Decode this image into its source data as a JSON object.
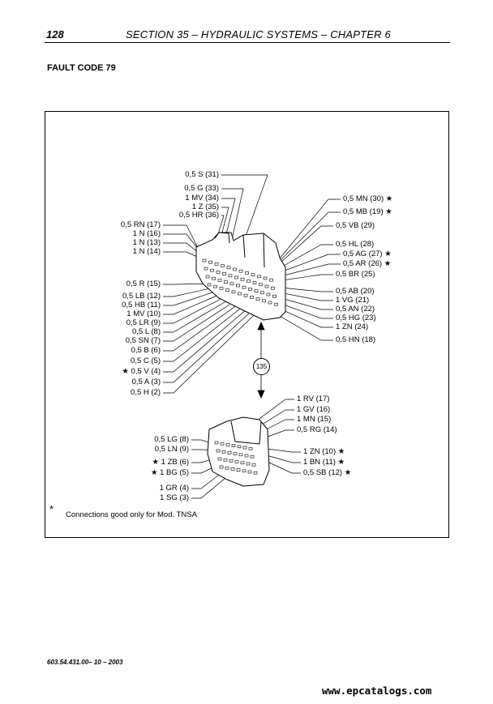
{
  "header": {
    "page_number": "128",
    "section": "SECTION 35 – HYDRAULIC SYSTEMS – CHAPTER 6"
  },
  "title": "FAULT CODE 79",
  "connector_main": {
    "top_labels": [
      "0,5 S (31)",
      "0,5 G (33)",
      "1 MV (34)",
      "1 Z (35)",
      "0,5 HR (36)"
    ],
    "left_labels": [
      "0,5 RN (17)",
      "1 N (16)",
      "1 N (13)",
      "1 N (14)",
      "0,5 R (15)",
      "0,5 LB (12)",
      "0,5 HB (11)",
      "1 MV (10)",
      "0,5 LR (9)",
      "0,5 L (8)",
      "0,5 SN (7)",
      "0,5 B (6)",
      "0,5 C (5)",
      "★ 0,5 V (4)",
      "0,5 A (3)",
      "0,5 H (2)"
    ],
    "right_labels": [
      "0,5 MN (30) ★",
      "0,5 MB (19) ★",
      "0,5 VB (29)",
      "0,5 HL (28)",
      "0,5 AG (27) ★",
      "0,5 AR (26) ★",
      "0,5 BR (25)",
      "0,5 AB (20)",
      "1 VG (21)",
      "0,5 AN (22)",
      "0,5 HG (23)",
      "1 ZN (24)",
      "0,5 HN (18)"
    ]
  },
  "link_label": "135",
  "connector_small": {
    "right_labels": [
      "1 RV (17)",
      "1 GV (16)",
      "1 MN (15)",
      "0,5 RG (14)",
      "1 ZN (10) ★",
      "1 BN (11) ★",
      "0,5 SB (12) ★"
    ],
    "left_labels": [
      "0,5 LG (8)",
      "0,5 LN (9)",
      "★ 1 ZB (6)",
      "★ 1 BG (5)",
      "1 GR (4)",
      "1 SG (3)"
    ]
  },
  "note": {
    "symbol": "*",
    "text": "Connections good only for Mod. TNSA"
  },
  "footer": "603.54.431.00– 10 – 2003",
  "watermark": "www.epcatalogs.com"
}
